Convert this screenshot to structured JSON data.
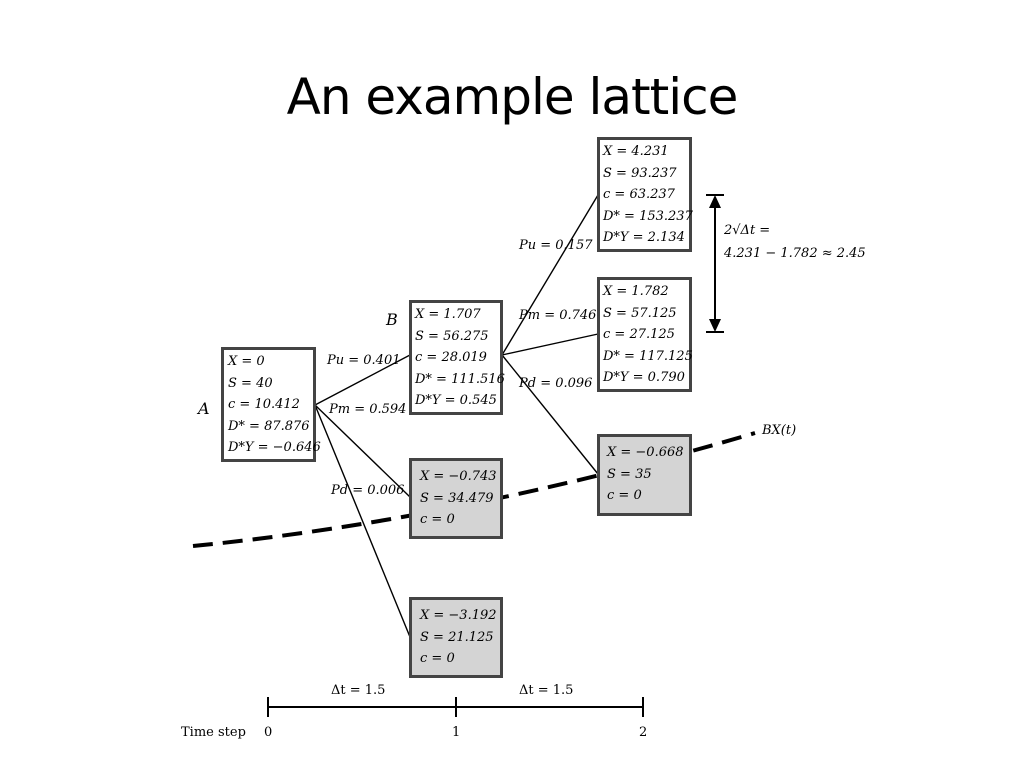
{
  "slide": {
    "title": "An example lattice"
  },
  "nodes": {
    "A": {
      "label": "A",
      "lines": [
        "X = 0",
        "S = 40",
        "c = 10.412",
        "D* = 87.876",
        "D*Y = −0.646"
      ]
    },
    "B": {
      "label": "B",
      "lines": [
        "X = 1.707",
        "S = 56.275",
        "c = 28.019",
        "D* = 111.516",
        "D*Y = 0.545"
      ]
    },
    "A_down": {
      "lines": [
        "X = −0.743",
        "S = 34.479",
        "c = 0"
      ]
    },
    "A_bottom": {
      "lines": [
        "X = −3.192",
        "S = 21.125",
        "c = 0"
      ]
    },
    "B_up": {
      "lines": [
        "X = 4.231",
        "S = 93.237",
        "c = 63.237",
        "D* = 153.237",
        "D*Y = 2.134"
      ]
    },
    "B_mid": {
      "lines": [
        "X = 1.782",
        "S = 57.125",
        "c = 27.125",
        "D* = 117.125",
        "D*Y = 0.790"
      ]
    },
    "B_down": {
      "lines": [
        "X = −0.668",
        "S = 35",
        "c = 0"
      ]
    }
  },
  "probabilities": {
    "A_pu": "Pu = 0.401",
    "A_pm": "Pm = 0.594",
    "A_pd": "Pd = 0.006",
    "B_pu": "Pu = 0.157",
    "B_pm": "Pm = 0.746",
    "B_pd": "Pd = 0.096"
  },
  "annotations": {
    "spacing_line1": "2√Δt =",
    "spacing_line2": "4.231 − 1.782 ≈ 2.45",
    "barrier": "BX(t)"
  },
  "timeline": {
    "label": "Time step",
    "ticks": [
      "0",
      "1",
      "2"
    ],
    "intervals": [
      "Δt = 1.5",
      "Δt = 1.5"
    ]
  },
  "colors": {
    "box_border": "#444444",
    "shaded_fill": "#d4d4d4",
    "line": "#000000"
  }
}
